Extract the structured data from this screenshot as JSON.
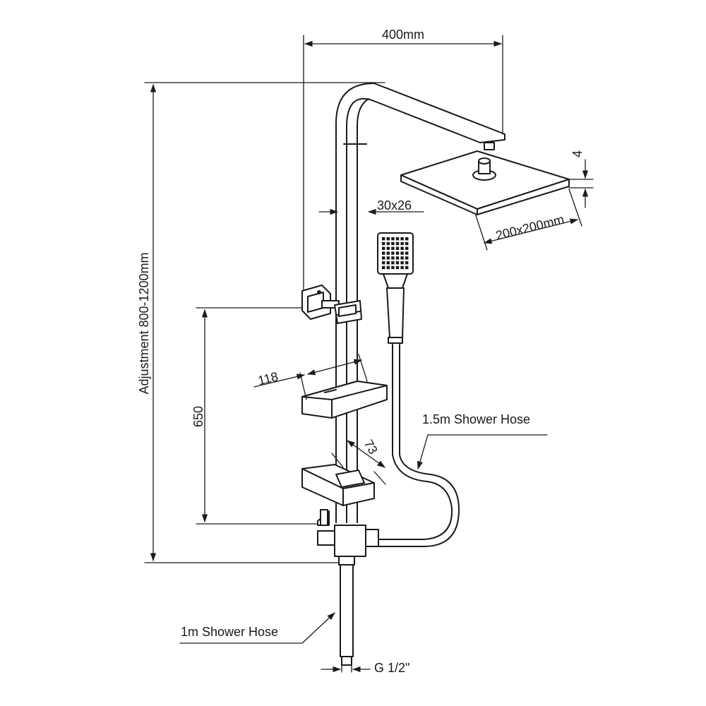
{
  "labels": {
    "top_width": "400mm",
    "pipe_size": "30x26",
    "head_thickness": "4",
    "head_size": "200x200mm",
    "height_adjustment": "Adjustment 800-1200mm",
    "rail_length": "650",
    "shelf_width": "118",
    "holder_depth": "73",
    "hand_hose": "1.5m Shower Hose",
    "inlet_hose": "1m Shower Hose",
    "thread": "G 1/2\""
  }
}
